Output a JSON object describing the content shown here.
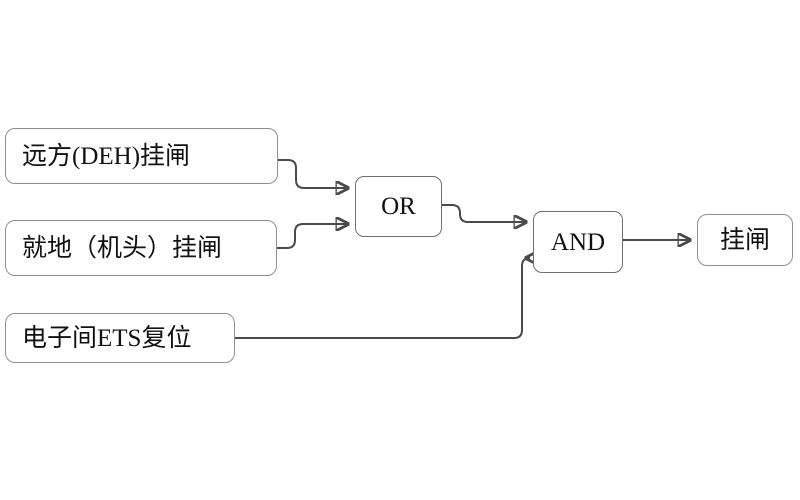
{
  "diagram": {
    "type": "logic-gate-diagram",
    "title": "",
    "colors": {
      "node_border": "#909090",
      "gate_border": "#6f6f6f",
      "wire": "#4a4a4a",
      "text": "#111111",
      "background": "#ffffff"
    },
    "inputs": [
      {
        "id": "remote-deh",
        "label": "远方(DEH)挂闸"
      },
      {
        "id": "local-head",
        "label": "就地（机头）挂闸"
      },
      {
        "id": "ets-reset",
        "label": "电子间ETS复位"
      }
    ],
    "gates": [
      {
        "id": "or-gate",
        "label": "OR"
      },
      {
        "id": "and-gate",
        "label": "AND"
      }
    ],
    "outputs": [
      {
        "id": "result",
        "label": "挂闸"
      }
    ],
    "connections": [
      {
        "from": "remote-deh",
        "to": "or-gate",
        "port": "in-1"
      },
      {
        "from": "local-head",
        "to": "or-gate",
        "port": "in-2"
      },
      {
        "from": "or-gate",
        "to": "and-gate",
        "port": "in-1"
      },
      {
        "from": "ets-reset",
        "to": "and-gate",
        "port": "in-2"
      },
      {
        "from": "and-gate",
        "to": "result",
        "port": "in-1"
      }
    ]
  }
}
